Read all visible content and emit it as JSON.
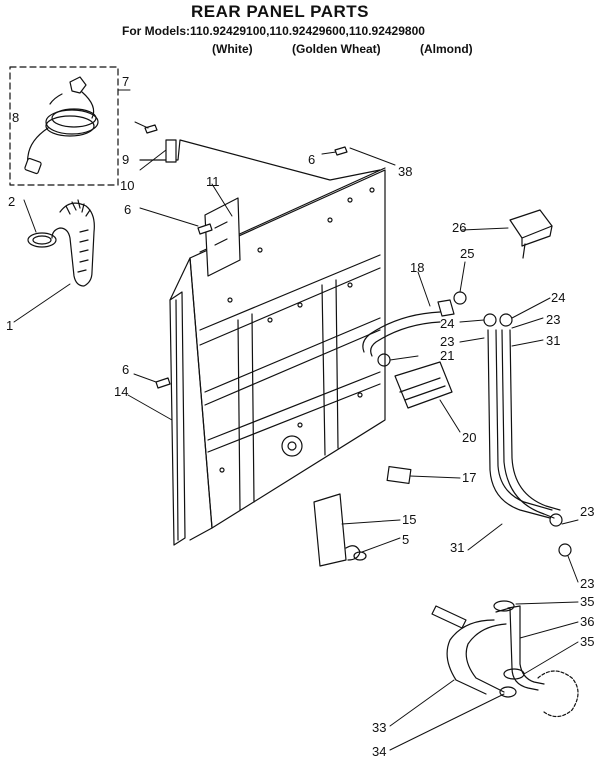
{
  "title": "REAR PANEL PARTS",
  "models_line": "For Models:110.92429100,110.92429600,110.92429800",
  "variants": [
    "(White)",
    "(Golden Wheat)",
    "(Almond)"
  ],
  "callouts": [
    "1",
    "2",
    "5",
    "6",
    "6",
    "6",
    "7",
    "8",
    "9",
    "10",
    "11",
    "14",
    "15",
    "17",
    "18",
    "20",
    "21",
    "23",
    "23",
    "23",
    "23",
    "24",
    "24",
    "25",
    "26",
    "31",
    "31",
    "33",
    "34",
    "35",
    "35",
    "36",
    "38"
  ]
}
